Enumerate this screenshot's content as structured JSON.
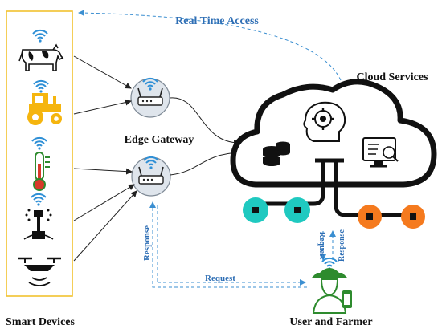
{
  "labels": {
    "smart_devices": "Smart Devices",
    "edge_gateway": "Edge Gateway",
    "cloud_services": "Cloud Services",
    "user_and_farmer": "User and Farmer",
    "real_time_access": "Real Time Access",
    "request_bottom": "Request",
    "response_left": "Response",
    "request_right": "Request",
    "response_right": "Response"
  },
  "devices": [
    {
      "name": "cow-icon"
    },
    {
      "name": "tractor-icon"
    },
    {
      "name": "thermometer-icon"
    },
    {
      "name": "sprinkler-icon"
    },
    {
      "name": "drone-icon"
    }
  ],
  "colors": {
    "device_box_border": "#f2c12e",
    "wifi_blue": "#2e8fd6",
    "device_green": "#2e8b2e",
    "tractor_yellow": "#f5b50e",
    "bus_teal": "#1fc9c0",
    "bus_orange": "#f57a1e",
    "dashed_blue": "#3b8fd1",
    "label_blue": "#2f6fb5"
  }
}
